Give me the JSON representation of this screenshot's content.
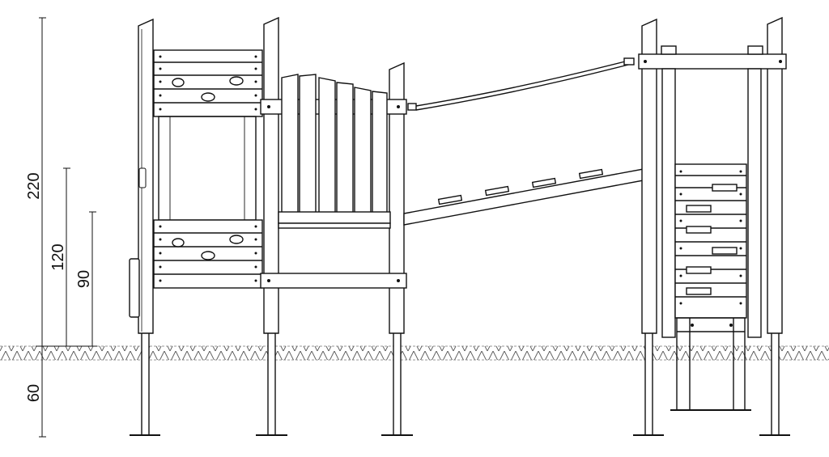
{
  "dimensions": {
    "total_height": "220",
    "platform_high": "120",
    "platform_low": "90",
    "ground_depth": "60"
  },
  "colors": {
    "line": "#111111",
    "paper": "#ffffff",
    "ground_hatch": "#444444"
  }
}
